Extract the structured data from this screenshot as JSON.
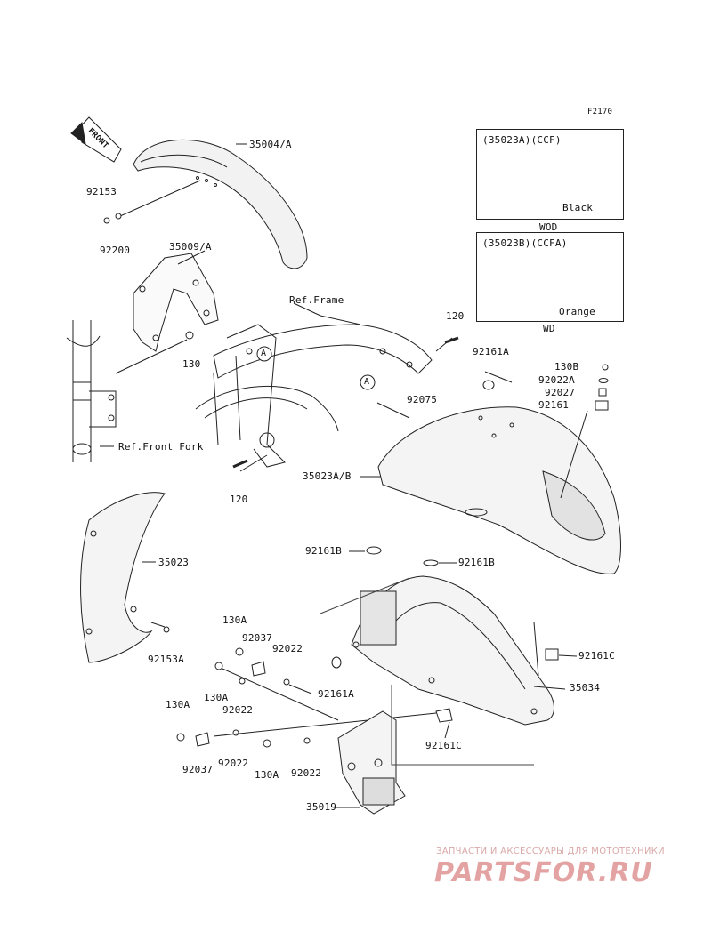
{
  "figure_id": "F2170",
  "labels": {
    "p35004A": "35004/A",
    "p92153": "92153",
    "p92200": "92200",
    "p35009A": "35009/A",
    "p130": "130",
    "refFrame": "Ref.Frame",
    "p120a": "120",
    "p120b": "120",
    "refFork": "Ref.Front Fork",
    "p92161A_top": "92161A",
    "p130B": "130B",
    "p92022A": "92022A",
    "p92027": "92027",
    "p92161": "92161",
    "p92075": "92075",
    "p35023AB": "35023A/B",
    "p35023": "35023",
    "p92161B_l": "92161B",
    "p92161B_r": "92161B",
    "p92153A": "92153A",
    "p130A_1": "130A",
    "p92037_1": "92037",
    "p92022_1": "92022",
    "p130A_2": "130A",
    "p92022_2": "92022",
    "p92161A_low": "92161A",
    "p92161C_r": "92161C",
    "p35034": "35034",
    "p130A_3": "130A",
    "p92037_2": "92037",
    "p92022_3": "92022",
    "p130A_4": "130A",
    "p92022_4": "92022",
    "p92161C_low": "92161C",
    "p35019": "35019",
    "circleA": "A",
    "front": "FRONT"
  },
  "inset_boxes": [
    {
      "code": "(35023A)(CCF)",
      "color_label": "Black",
      "note": "WOD"
    },
    {
      "code": "(35023B)(CCFA)",
      "color_label": "Orange",
      "note": "WD"
    }
  ],
  "watermark": {
    "tagline": "ЗАПЧАСТИ И АКСЕССУАРЫ ДЛЯ МОТОТЕХНИКИ",
    "logo": "PARTSFOR.RU",
    "color": "#e3a3a3"
  }
}
